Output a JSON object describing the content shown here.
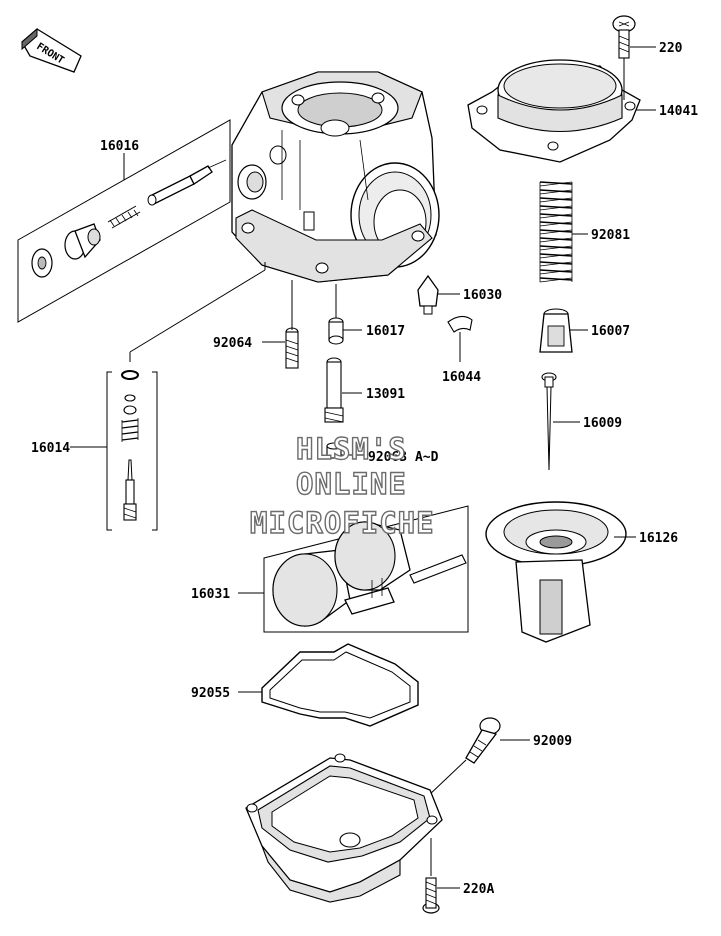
{
  "orientation": {
    "front_label": "FRONT"
  },
  "watermark": {
    "line1": "HLSM'S",
    "line2": "ONLINE",
    "line3": "MICROFICHE"
  },
  "parts": {
    "p220": "220",
    "p14041": "14041",
    "p16016": "16016",
    "p92081": "92081",
    "p16030": "16030",
    "p92064": "92064",
    "p16017": "16017",
    "p16007": "16007",
    "p16044": "16044",
    "p13091": "13091",
    "p16014": "16014",
    "p16009": "16009",
    "p92063": "92063 A~D",
    "p16126": "16126",
    "p16031": "16031",
    "p92055": "92055",
    "p92009": "92009",
    "p220A": "220A"
  }
}
